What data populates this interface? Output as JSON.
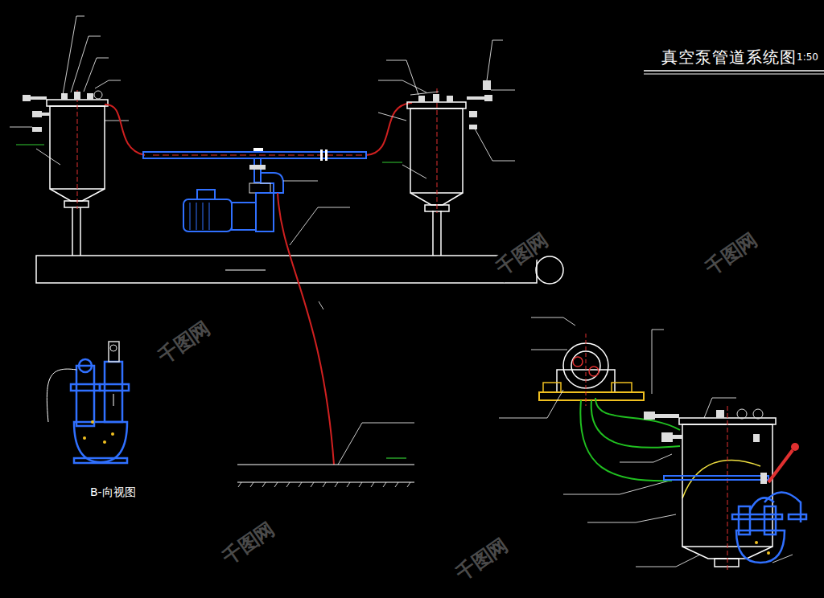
{
  "diagram": {
    "title": "真空泵管道系统图",
    "labels": [
      "1:50",
      "B-向视图",
      "千图网",
      "千图网",
      "千图网",
      "千图网",
      "千图网"
    ]
  }
}
